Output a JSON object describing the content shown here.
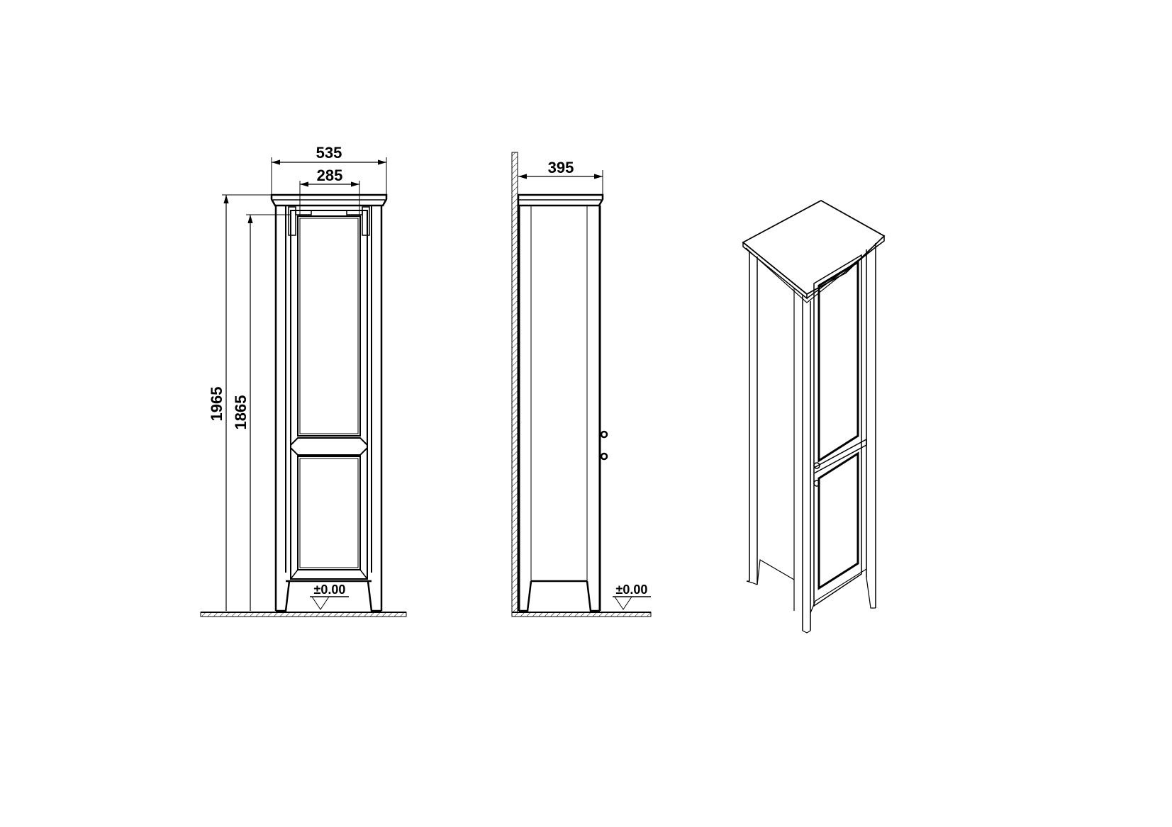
{
  "drawing": {
    "type": "technical-dimension-drawing",
    "subject": "tall cabinet",
    "views": [
      "front",
      "side",
      "isometric"
    ],
    "units": "mm",
    "line_color": "#000000",
    "background": "#ffffff"
  },
  "front_view": {
    "width_overall": "535",
    "width_inner": "285",
    "height_overall": "1965",
    "height_body": "1865",
    "floor_level": "±0.00"
  },
  "side_view": {
    "depth": "395",
    "floor_level": "±0.00"
  }
}
